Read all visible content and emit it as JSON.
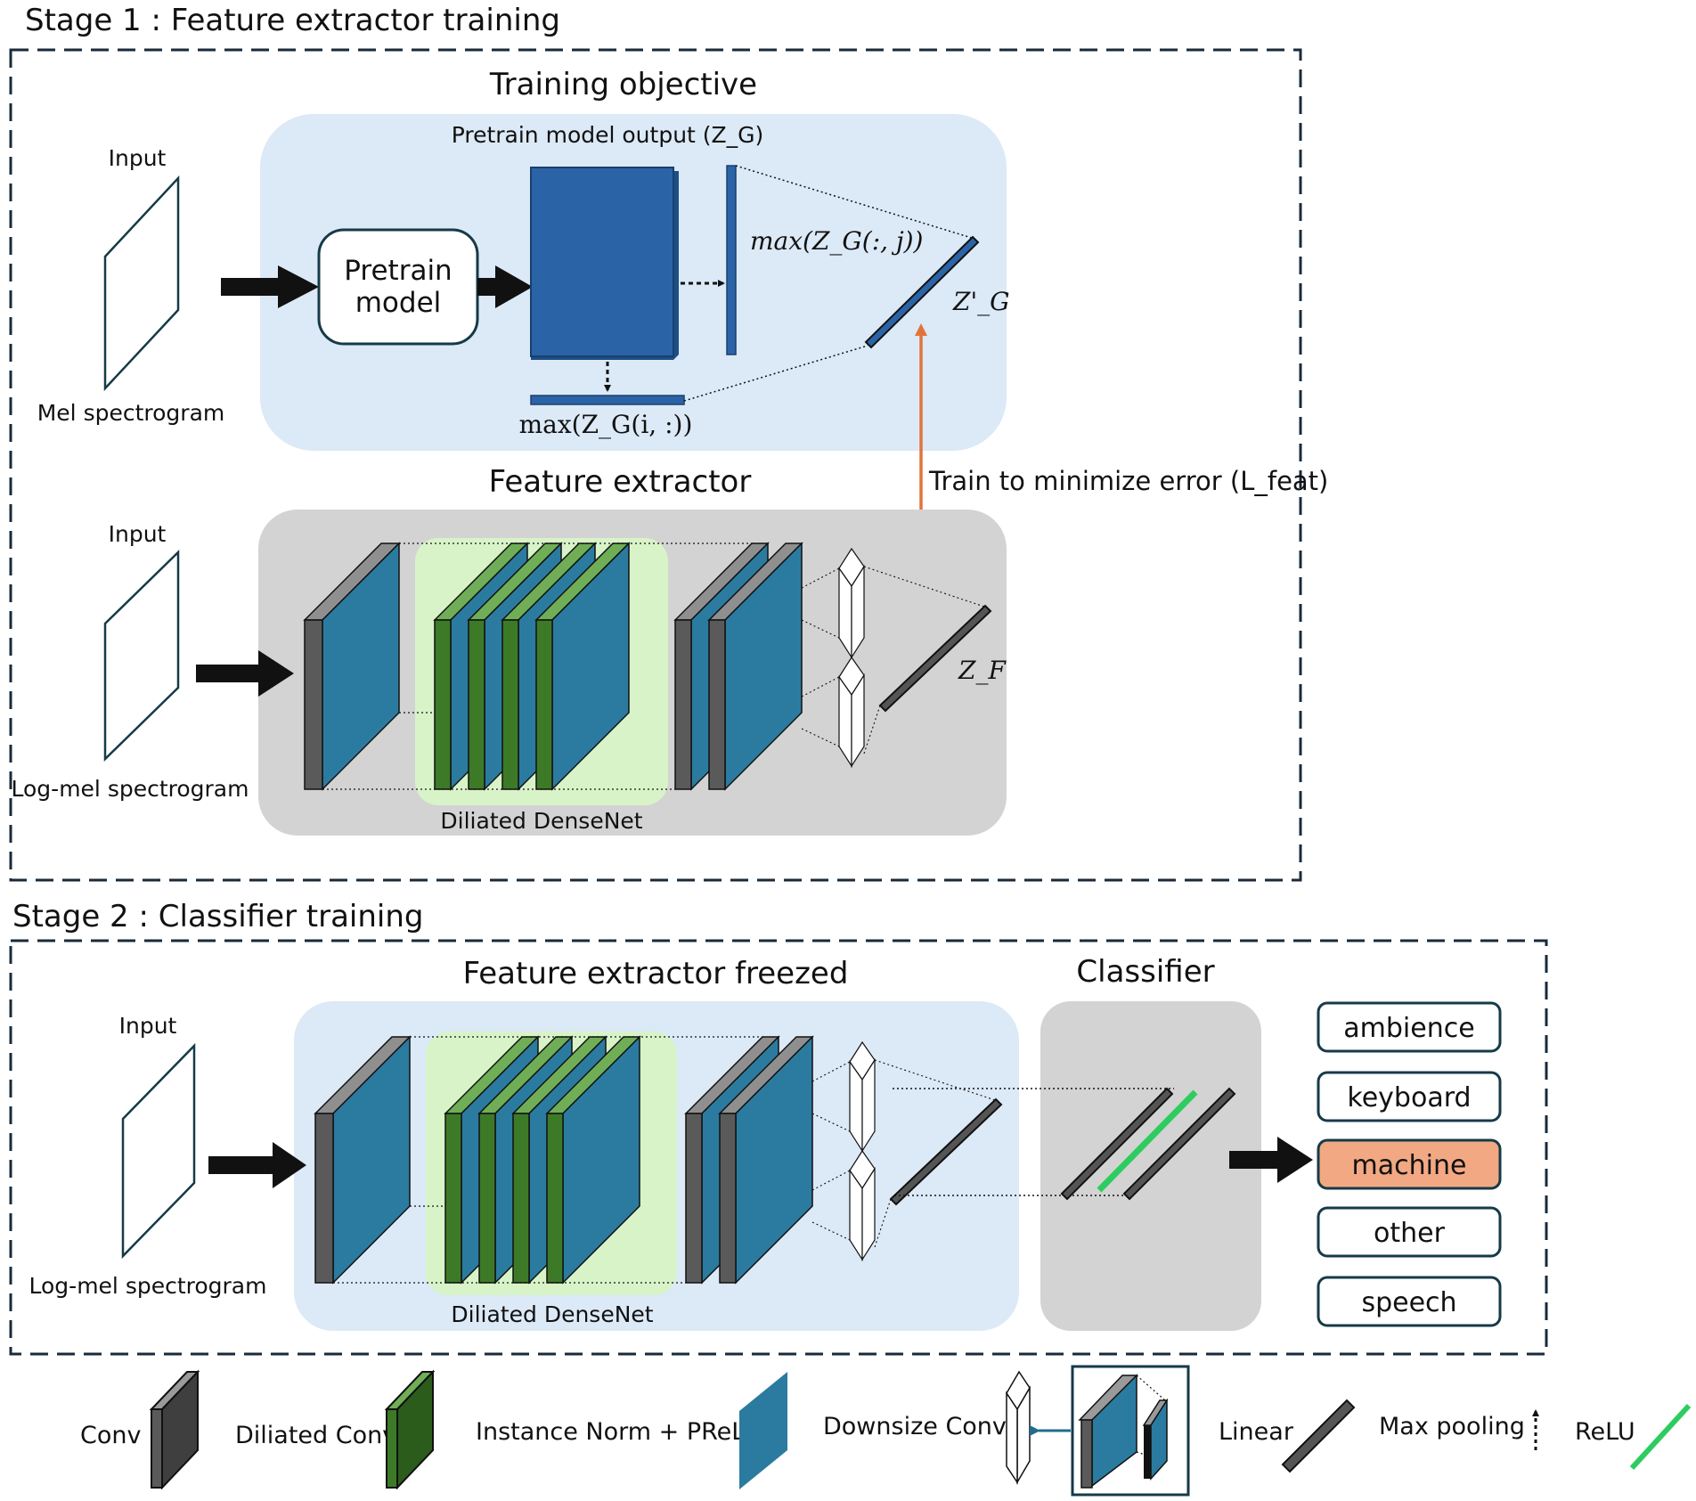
{
  "stage1": {
    "title": "Stage 1 : Feature extractor training",
    "training_objective": {
      "heading": "Training objective",
      "input_label": "Input",
      "input_caption": "Mel spectrogram",
      "model_label_line1": "Pretrain",
      "model_label_line2": "model",
      "output_label": "Pretrain model output (Z_G)",
      "row_max_label": "max(Z_G(:, j))",
      "col_max_label": "max(Z_G(i, :))",
      "target_label": "Z'_G"
    },
    "loss_label": "Train to minimize error (L_feat)",
    "feature_extractor": {
      "heading": "Feature extractor",
      "input_label": "Input",
      "input_caption": "Log-mel spectrogram",
      "densenet_label": "Diliated DenseNet",
      "output_label": "Z_F"
    }
  },
  "stage2": {
    "title": "Stage 2 : Classifier training",
    "frozen_heading": "Feature extractor freezed",
    "classifier_heading": "Classifier",
    "input_label": "Input",
    "input_caption": "Log-mel spectrogram",
    "densenet_label": "Diliated DenseNet",
    "classes": [
      "ambience",
      "keyboard",
      "machine",
      "other",
      "speech"
    ],
    "selected_class": "machine"
  },
  "legend": {
    "conv": "Conv",
    "diliated_conv": "Diliated Conv",
    "norm": "Instance Norm + PReLU",
    "downsize": "Downsize Conv",
    "linear": "Linear",
    "maxpool": "Max pooling",
    "relu": "ReLU"
  },
  "colors": {
    "conv_gray": "#5a5a5a",
    "dilated_green": "#3c7a27",
    "norm_teal": "#2b7ba0",
    "pretrain_blue": "#2a64a6",
    "panel_blue": "#dce9f6",
    "panel_gray": "#d3d3d3",
    "dense_green": "#d9f3c9",
    "loss_orange": "#e2743a",
    "relu_green": "#2ecc5f",
    "selected_class_fill": "#f2a882"
  }
}
